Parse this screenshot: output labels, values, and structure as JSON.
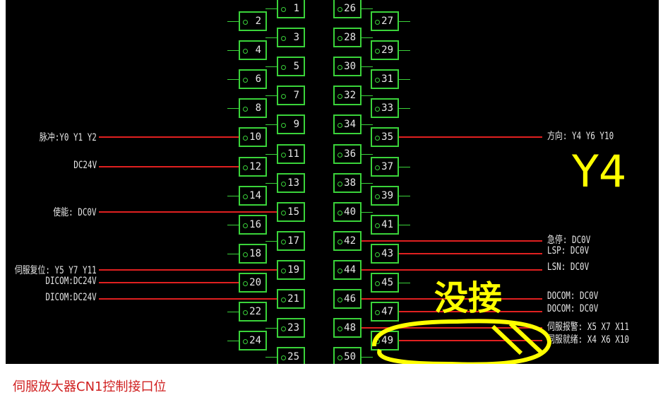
{
  "caption": "伺服放大器CN1控制接口位",
  "terminals": {
    "left_even": [
      2,
      4,
      6,
      8,
      10,
      12,
      14,
      16,
      18,
      20,
      22,
      24
    ],
    "center_odd": [
      1,
      3,
      5,
      7,
      9,
      11,
      13,
      15,
      17,
      19,
      21,
      23,
      25
    ],
    "center_even": [
      26,
      28,
      30,
      32,
      34,
      36,
      38,
      40,
      42,
      44,
      46,
      48,
      50
    ],
    "right_odd": [
      27,
      29,
      31,
      33,
      35,
      37,
      39,
      41,
      43,
      45,
      47,
      49
    ]
  },
  "left_labels": [
    {
      "text": "脉冲:Y0 Y1 Y2",
      "pin": 10
    },
    {
      "text": "DC24V",
      "pin": 12
    },
    {
      "text": "使能: DC0V",
      "pin": 15
    },
    {
      "text": "伺服复位: Y5 Y7 Y11",
      "pin": 19
    },
    {
      "text": "DICOM:DC24V",
      "pin": 20
    },
    {
      "text": "DICOM:DC24V",
      "pin": 21
    }
  ],
  "right_labels": [
    {
      "text": "方向: Y4 Y6 Y10",
      "pin": 35
    },
    {
      "text": "急停: DC0V",
      "pin": 42
    },
    {
      "text": "LSP: DC0V",
      "pin": 43
    },
    {
      "text": "LSN: DC0V",
      "pin": 44
    },
    {
      "text": "DOCOM: DC0V",
      "pin": 46
    },
    {
      "text": "DOCOM: DC0V",
      "pin": 47
    },
    {
      "text": "伺服报警: X5 X7 X11",
      "pin": 48
    },
    {
      "text": "伺服就绪: X4 X6 X10",
      "pin": 49
    }
  ],
  "annotations": {
    "y4": "Y4",
    "not_connected": "没接"
  },
  "colors": {
    "terminal": "#3ad33a",
    "wire": "#e02020",
    "handwriting": "#ffff00"
  }
}
